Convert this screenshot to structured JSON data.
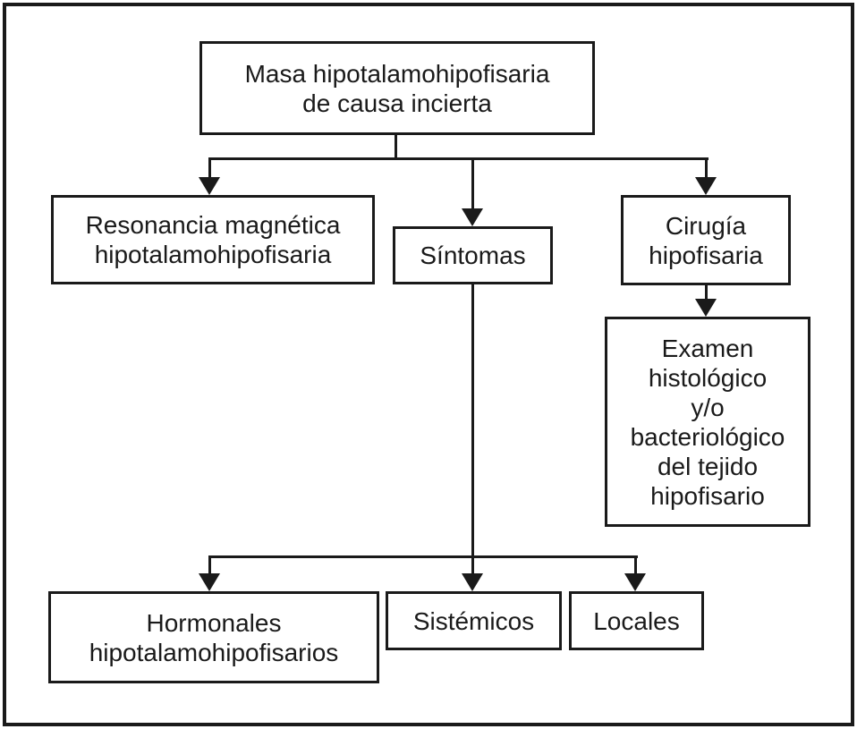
{
  "diagram": {
    "type": "flowchart",
    "language": "es",
    "colors": {
      "background": "#ffffff",
      "line": "#1a1a1a",
      "text": "#1a1a1a",
      "box_fill": "#ffffff"
    },
    "nodes": {
      "root": {
        "label": "Masa hipotalamohipofisaria\nde causa incierta"
      },
      "resonancia": {
        "label": "Resonancia magnética\nhipotalamohipofisaria"
      },
      "sintomas": {
        "label": "Síntomas"
      },
      "cirugia": {
        "label": "Cirugía\nhipofisaria"
      },
      "examen": {
        "label": "Examen\nhistológico\ny/o\nbacteriológico\ndel tejido\nhipofisario"
      },
      "hormonales": {
        "label": "Hormonales\nhipotalamohipofisarios"
      },
      "sistemicos": {
        "label": "Sistémicos"
      },
      "locales": {
        "label": "Locales"
      }
    },
    "edges": [
      {
        "from": "root",
        "to": "resonancia"
      },
      {
        "from": "root",
        "to": "sintomas"
      },
      {
        "from": "root",
        "to": "cirugia"
      },
      {
        "from": "cirugia",
        "to": "examen"
      },
      {
        "from": "sintomas",
        "to": "hormonales"
      },
      {
        "from": "sintomas",
        "to": "sistemicos"
      },
      {
        "from": "sintomas",
        "to": "locales"
      }
    ]
  }
}
